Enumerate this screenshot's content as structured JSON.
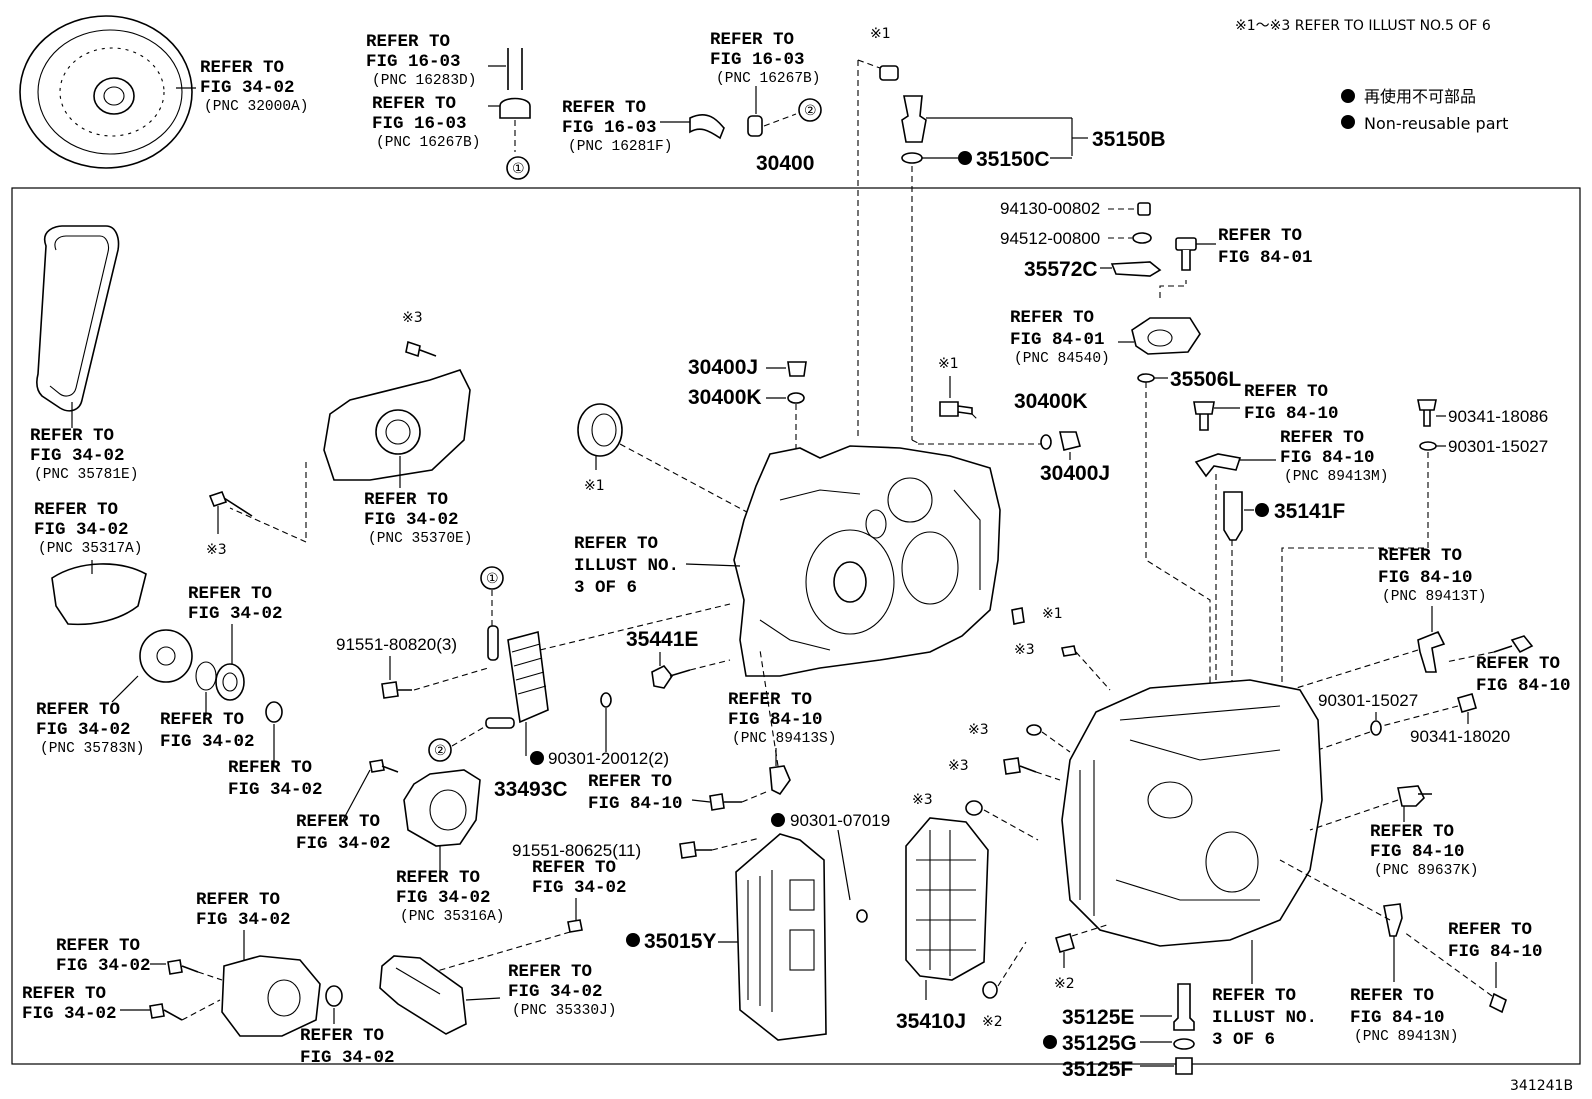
{
  "header": {
    "note": "※1～※3 REFER TO ILLUST NO.5 OF 6",
    "legend_jp": "再使用不可部品",
    "legend_en": "Non-reusable part"
  },
  "footer": {
    "illust_id": "341241B"
  },
  "markers": {
    "c1": "①",
    "c2": "②",
    "x1": "※1",
    "x2": "※2",
    "x3": "※3"
  },
  "labels": {
    "p30400": "30400",
    "p35150B": "35150B",
    "p35150C": "35150C",
    "p94130": "94130-00802",
    "p94512": "94512-00800",
    "p35572C": "35572C",
    "p35506L": "35506L",
    "p30400J_a": "30400J",
    "p30400K_a": "30400K",
    "p30400K_b": "30400K",
    "p30400J_b": "30400J",
    "p90341_18086": "90341-18086",
    "p90301_15027_a": "90301-15027",
    "p35141F": "35141F",
    "p35441E": "35441E",
    "p91551_80820": "91551-80820(3)",
    "p90301_20012": "90301-20012(2)",
    "p33493C": "33493C",
    "p90301_07019": "90301-07019",
    "p91551_80625": "91551-80625(11)",
    "p35015Y": "35015Y",
    "p35410J": "35410J",
    "p90301_15027_b": "90301-15027",
    "p90341_18020": "90341-18020",
    "p35125E": "35125E",
    "p35125G": "35125G",
    "p35125F": "35125F"
  },
  "refs": {
    "r1": {
      "l1": "REFER TO",
      "l2": "FIG 34-02",
      "pnc": "(PNC 32000A)"
    },
    "r2": {
      "l1": "REFER TO",
      "l2": "FIG 16-03",
      "pnc": "(PNC 16283D)"
    },
    "r3": {
      "l1": "REFER TO",
      "l2": "FIG 16-03",
      "pnc": "(PNC 16267B)"
    },
    "r4": {
      "l1": "REFER TO",
      "l2": "FIG 16-03",
      "pnc": "(PNC 16267B)"
    },
    "r5": {
      "l1": "REFER TO",
      "l2": "FIG 16-03",
      "pnc": "(PNC 16281F)"
    },
    "r6": {
      "l1": "REFER TO",
      "l2": "FIG 84-01"
    },
    "r7": {
      "l1": "REFER TO",
      "l2": "FIG 84-01",
      "pnc": "(PNC 84540)"
    },
    "r8": {
      "l1": "REFER TO",
      "l2": "FIG 34-02",
      "pnc": "(PNC 35781E)"
    },
    "r9": {
      "l1": "REFER TO",
      "l2": "FIG 34-02",
      "pnc": "(PNC 35370E)"
    },
    "r10": {
      "l1": "REFER TO",
      "l2": "FIG 84-10"
    },
    "r11": {
      "l1": "REFER TO",
      "l2": "FIG 84-10",
      "pnc": "(PNC 89413M)"
    },
    "r12": {
      "l1": "REFER TO",
      "l2": "FIG 34-02",
      "pnc": "(PNC 35317A)"
    },
    "r13": {
      "l1": "REFER TO",
      "l2": "ILLUST NO.",
      "l3": "3 OF 6"
    },
    "r14": {
      "l1": "REFER TO",
      "l2": "FIG 84-10",
      "pnc": "(PNC 89413T)"
    },
    "r15": {
      "l1": "REFER TO",
      "l2": "FIG 34-02"
    },
    "r16": {
      "l1": "REFER TO",
      "l2": "FIG 84-10"
    },
    "r17": {
      "l1": "REFER TO",
      "l2": "FIG 34-02",
      "pnc": "(PNC 35783N)"
    },
    "r18": {
      "l1": "REFER TO",
      "l2": "FIG 34-02"
    },
    "r19": {
      "l1": "REFER TO",
      "l2": "FIG 84-10",
      "pnc": "(PNC 89413S)"
    },
    "r20": {
      "l1": "REFER TO",
      "l2": "FIG 34-02"
    },
    "r21": {
      "l1": "REFER TO",
      "l2": "FIG 84-10"
    },
    "r22": {
      "l1": "REFER TO",
      "l2": "FIG 84-10",
      "pnc": "(PNC 89637K)"
    },
    "r23": {
      "l1": "REFER TO",
      "l2": "FIG 34-02"
    },
    "r24": {
      "l1": "REFER TO",
      "l2": "FIG 34-02",
      "pnc": "(PNC 35316A)"
    },
    "r25": {
      "l1": "REFER TO",
      "l2": "FIG 34-02"
    },
    "r26": {
      "l1": "REFER TO",
      "l2": "FIG 34-02"
    },
    "r27": {
      "l1": "REFER TO",
      "l2": "FIG 84-10"
    },
    "r28": {
      "l1": "REFER TO",
      "l2": "FIG 34-02"
    },
    "r29": {
      "l1": "REFER TO",
      "l2": "FIG 34-02"
    },
    "r30": {
      "l1": "REFER TO",
      "l2": "FIG 34-02",
      "pnc": "(PNC 35330J)"
    },
    "r31": {
      "l1": "REFER TO",
      "l2": "FIG 34-02"
    },
    "r32": {
      "l1": "REFER TO",
      "l2": "ILLUST NO.",
      "l3": "3 OF 6"
    },
    "r33": {
      "l1": "REFER TO",
      "l2": "FIG 84-10",
      "pnc": "(PNC 89413N)"
    }
  }
}
